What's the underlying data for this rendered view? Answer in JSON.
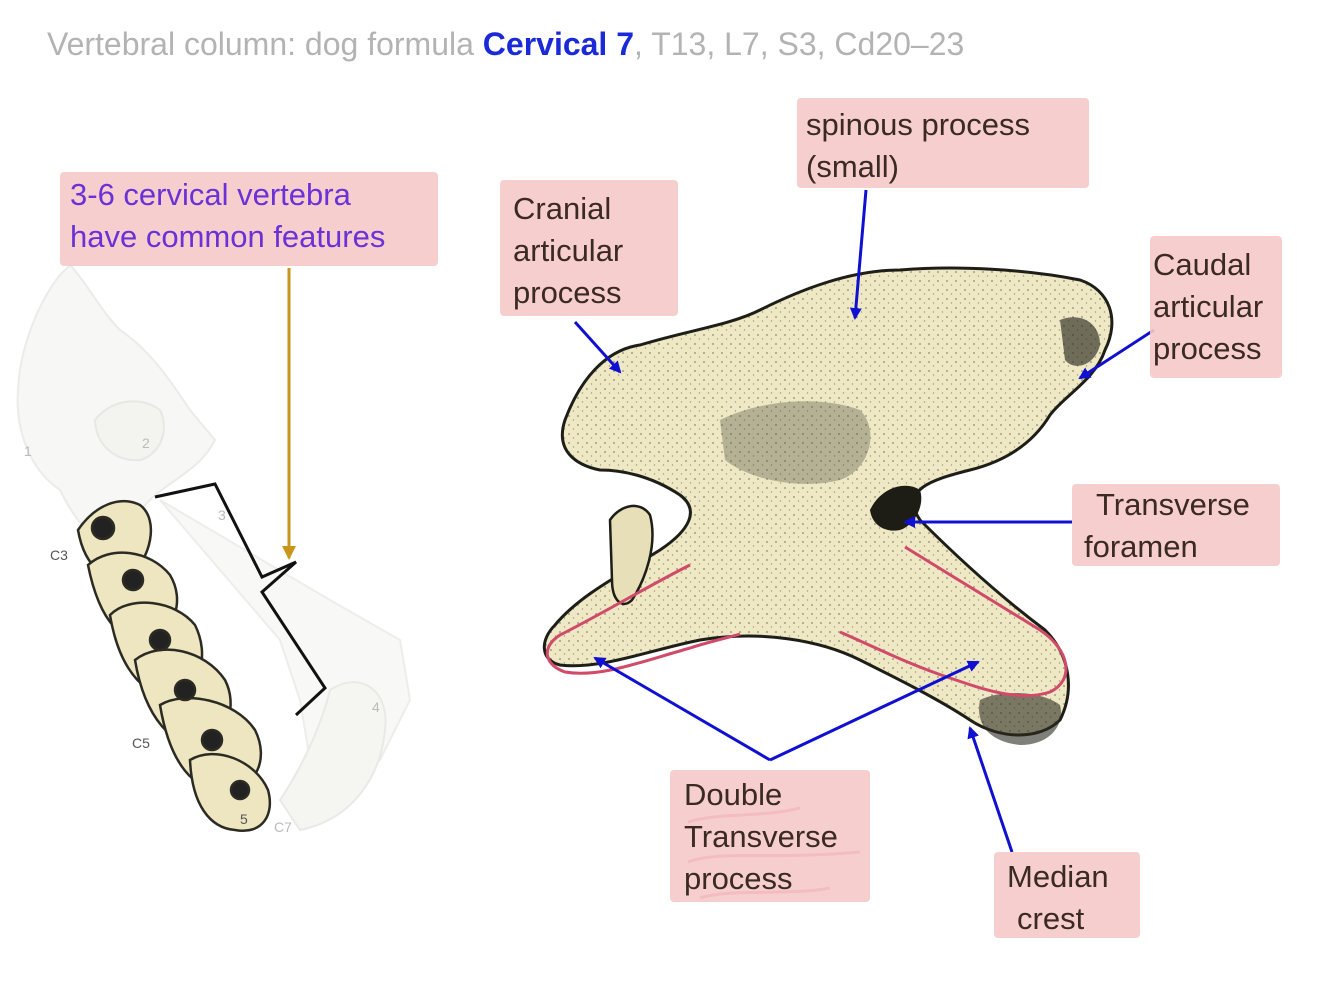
{
  "title": {
    "prefix": "Vertebral column: dog formula ",
    "highlight": "Cervical 7",
    "suffix": ", T13, L7, S3, Cd20–23"
  },
  "colors": {
    "title_gray": "#b3b3b3",
    "highlight_blue": "#1a2ad8",
    "arrow_blue": "#1010d0",
    "arrow_gold": "#c8961c",
    "note_purple": "#6a31d6",
    "label_bg_pink": "#f6c9c9",
    "outline_red": "#d04a6a",
    "bone_fill": "#efe8c4"
  },
  "labels": {
    "common_features": [
      "3-6 cervical vertebra",
      "have common features"
    ],
    "spinous": [
      "spinous process",
      "(small)"
    ],
    "cranial": [
      "Cranial",
      "articular",
      "process"
    ],
    "caudal": [
      "Caudal",
      "articular",
      "process"
    ],
    "transverse_foramen": [
      "Transverse",
      "foramen"
    ],
    "double_transverse": [
      "Double",
      "Transverse",
      "process"
    ],
    "median_crest": [
      "Median",
      "crest"
    ]
  },
  "spine_numbers": {
    "n1": "1",
    "n2": "2",
    "n3": "3",
    "n4": "4",
    "n5": "5",
    "c3": "C3",
    "c5": "C5",
    "c7": "C7"
  }
}
